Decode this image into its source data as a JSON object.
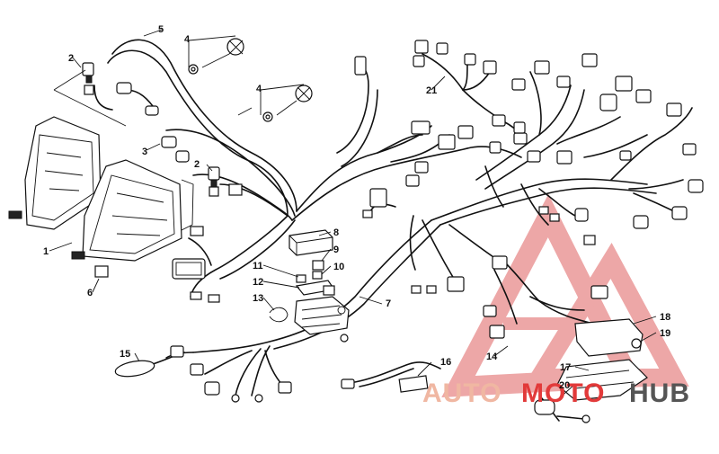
{
  "callouts": [
    "1",
    "2",
    "2",
    "3",
    "4",
    "4",
    "5",
    "6",
    "7",
    "8",
    "9",
    "10",
    "11",
    "12",
    "13",
    "14",
    "15",
    "16",
    "17",
    "18",
    "19",
    "20",
    "21"
  ],
  "watermark": {
    "part1": "AUTO",
    "part2": "MOTO",
    "part3": "HUB",
    "color_light": "#f0b7a2",
    "color_red": "#e23a3a",
    "color_dark": "#555555"
  }
}
